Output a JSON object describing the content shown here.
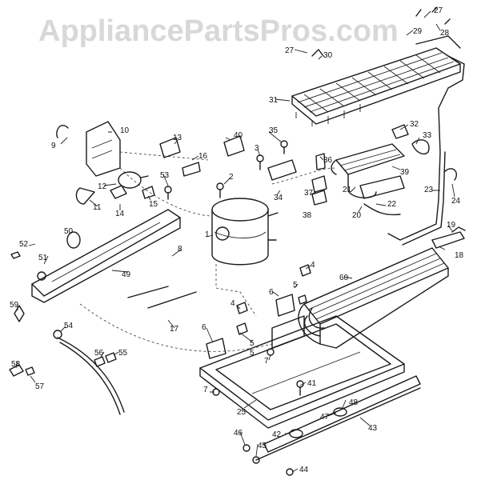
{
  "watermark": "AppliancePartsPros.com",
  "callouts": [
    {
      "id": "c27a",
      "text": "27"
    },
    {
      "id": "c29",
      "text": "29"
    },
    {
      "id": "c28",
      "text": "28"
    },
    {
      "id": "c27b",
      "text": "27"
    },
    {
      "id": "c30",
      "text": "30"
    },
    {
      "id": "c31",
      "text": "31"
    },
    {
      "id": "c32",
      "text": "32"
    },
    {
      "id": "c33",
      "text": "33"
    },
    {
      "id": "c9",
      "text": "9"
    },
    {
      "id": "c10",
      "text": "10"
    },
    {
      "id": "c13",
      "text": "13"
    },
    {
      "id": "c16",
      "text": "16"
    },
    {
      "id": "c40",
      "text": "40"
    },
    {
      "id": "c35",
      "text": "35"
    },
    {
      "id": "c3",
      "text": "3"
    },
    {
      "id": "c36",
      "text": "36"
    },
    {
      "id": "c39",
      "text": "39"
    },
    {
      "id": "c12",
      "text": "12"
    },
    {
      "id": "c53",
      "text": "53"
    },
    {
      "id": "c2",
      "text": "2"
    },
    {
      "id": "c15",
      "text": "15"
    },
    {
      "id": "c14",
      "text": "14"
    },
    {
      "id": "c11",
      "text": "11"
    },
    {
      "id": "c34",
      "text": "34"
    },
    {
      "id": "c37",
      "text": "37"
    },
    {
      "id": "c38",
      "text": "38"
    },
    {
      "id": "c21",
      "text": "21"
    },
    {
      "id": "c20",
      "text": "20"
    },
    {
      "id": "c22",
      "text": "22"
    },
    {
      "id": "c23",
      "text": "23"
    },
    {
      "id": "c24",
      "text": "24"
    },
    {
      "id": "c50",
      "text": "50"
    },
    {
      "id": "c52",
      "text": "52"
    },
    {
      "id": "c1",
      "text": "1"
    },
    {
      "id": "c19",
      "text": "19"
    },
    {
      "id": "c18",
      "text": "18"
    },
    {
      "id": "c51",
      "text": "51"
    },
    {
      "id": "c8",
      "text": "8"
    },
    {
      "id": "c49",
      "text": "49"
    },
    {
      "id": "c4",
      "text": "4"
    },
    {
      "id": "c60",
      "text": "60"
    },
    {
      "id": "c6",
      "text": "6"
    },
    {
      "id": "c59",
      "text": "59"
    },
    {
      "id": "c17",
      "text": "17"
    },
    {
      "id": "c5a",
      "text": "5"
    },
    {
      "id": "c54",
      "text": "54"
    },
    {
      "id": "c5b",
      "text": "5"
    },
    {
      "id": "c4b",
      "text": "4"
    },
    {
      "id": "c56",
      "text": "56"
    },
    {
      "id": "c55",
      "text": "55"
    },
    {
      "id": "c6b",
      "text": "6"
    },
    {
      "id": "c7a",
      "text": "7"
    },
    {
      "id": "c58",
      "text": "58"
    },
    {
      "id": "c57",
      "text": "57"
    },
    {
      "id": "c41",
      "text": "41"
    },
    {
      "id": "c7b",
      "text": "7"
    },
    {
      "id": "c48",
      "text": "48"
    },
    {
      "id": "c25",
      "text": "25"
    },
    {
      "id": "c47",
      "text": "47"
    },
    {
      "id": "c43",
      "text": "43"
    },
    {
      "id": "c42",
      "text": "42"
    },
    {
      "id": "c46",
      "text": "46"
    },
    {
      "id": "c45",
      "text": "45"
    },
    {
      "id": "c44",
      "text": "44"
    },
    {
      "id": "c5c",
      "text": "5"
    }
  ]
}
